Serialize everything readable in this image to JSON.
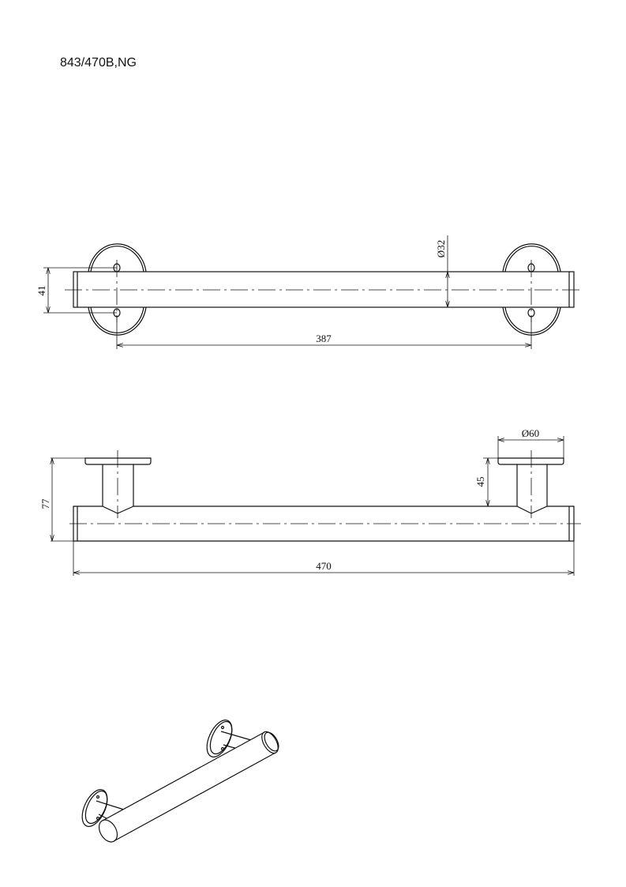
{
  "title": "843/470B,NG",
  "top_view": {
    "dim_height": "41",
    "dim_spacing": "387",
    "dim_diameter": "Ø32"
  },
  "side_view": {
    "dim_depth": "77",
    "dim_post": "45",
    "dim_flange": "Ø60",
    "dim_length": "470"
  }
}
